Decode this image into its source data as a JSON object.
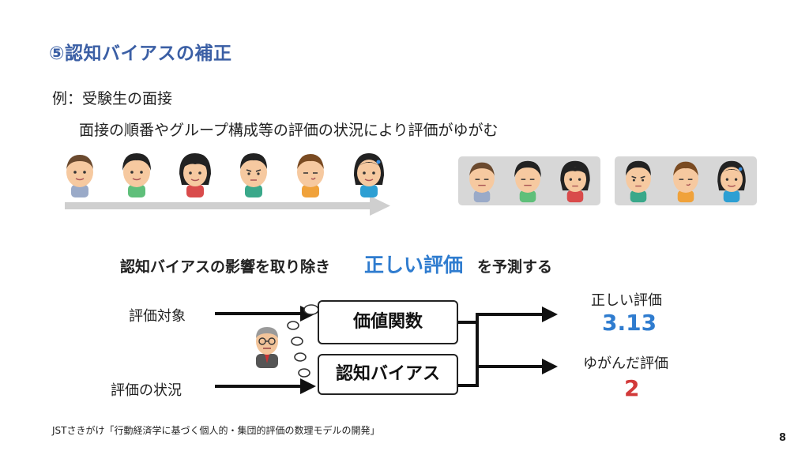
{
  "slide": {
    "title": "⑤認知バイアスの補正",
    "example": "例：受験生の面接",
    "description": "面接の順番やグループ構成等の評価の状況により評価がゆがむ",
    "middle": {
      "before": "認知バイアスの影響を取り除き",
      "emphasis": "正しい評価",
      "after": "を予測する"
    },
    "inputs": {
      "target": "評価対象",
      "situation": "評価の状況"
    },
    "boxes": {
      "value_function": "価値関数",
      "cognitive_bias": "認知バイアス"
    },
    "outputs": {
      "correct_label": "正しい評価",
      "correct_value": "3.13",
      "distorted_label": "ゆがんだ評価",
      "distorted_value": "2"
    },
    "footnote": "JSTさきがけ「行動経済学に基づく個人的・集団的評価の数理モデルの開発」",
    "page_number": "8"
  },
  "colors": {
    "title": "#3b5fa5",
    "emphasis": "#2f7ccf",
    "correct_value": "#2f7ccf",
    "distorted_value": "#d23a3a",
    "arrow": "#111111",
    "sequence_arrow": "#cfcfcf"
  },
  "icons": {
    "faces": [
      "boy-face-icon",
      "boy-face-icon",
      "girl-face-icon",
      "boy-frown-face-icon",
      "boy-smirk-face-icon",
      "girl-face-icon"
    ],
    "evaluator": "old-man-evaluator-icon"
  }
}
